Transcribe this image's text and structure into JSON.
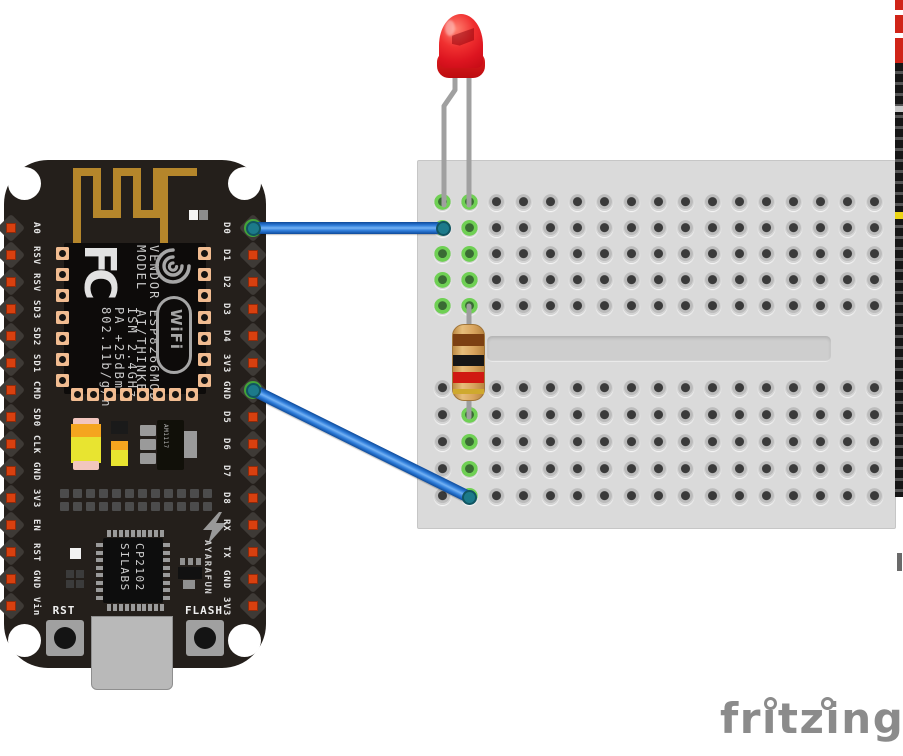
{
  "canvas": {
    "watermark": "fritzing"
  },
  "nodemcu": {
    "left_pins": [
      "A0",
      "RSV",
      "RSV",
      "SD3",
      "SD2",
      "SD1",
      "CMD",
      "SD0",
      "CLK",
      "GND",
      "3V3",
      "EN",
      "RST",
      "GND",
      "Vin"
    ],
    "right_pins": [
      "D0",
      "D1",
      "D2",
      "D3",
      "D4",
      "3V3",
      "GND",
      "D5",
      "D6",
      "D7",
      "D8",
      "RX",
      "TX",
      "GND",
      "3V3"
    ],
    "module_silk": {
      "fcc_logo": "FC",
      "label_value_lines": [
        "VENDOR ESP8266MOD",
        "MODEL  AI/THINKER"
      ],
      "spec_lines": [
        "ISM 2.4GHz",
        "PA +25dBm",
        "802.11b/g/n"
      ],
      "wifi_logo": "WiFi"
    },
    "usb_chip_lines": [
      "SILABS",
      "CP2102"
    ],
    "regulator_label": "AM1117",
    "brand_vertical": "AYARAFUN",
    "reset_button_label": "RST",
    "flash_button_label": "FLASH"
  },
  "breadboard": {
    "columns": 17,
    "rows_per_bank": 5,
    "green_columns": [
      {
        "bank": "top",
        "col": 1
      },
      {
        "bank": "top",
        "col": 2
      },
      {
        "bank": "bottom",
        "col": 2
      }
    ]
  },
  "components": {
    "led": {
      "type": "LED",
      "color_hex": "#dd1520"
    },
    "resistor": {
      "bands": [
        "brown",
        "black",
        "red",
        "gold"
      ]
    },
    "wires": [
      {
        "from": "D0",
        "to": "breadboard column 1 top bank",
        "color_hex": "#2e7cd9"
      },
      {
        "from": "GND",
        "to": "breadboard column 2 bottom bank",
        "color_hex": "#2e7cd9"
      }
    ]
  },
  "colors": {
    "board_black": "#241f1b",
    "antenna_gold": "#b5862b",
    "breadboard_gray": "#dadada",
    "hole_green": "#6fd054",
    "wire_blue": "#2e7cd9",
    "watermark_gray": "#8b8b8b"
  }
}
